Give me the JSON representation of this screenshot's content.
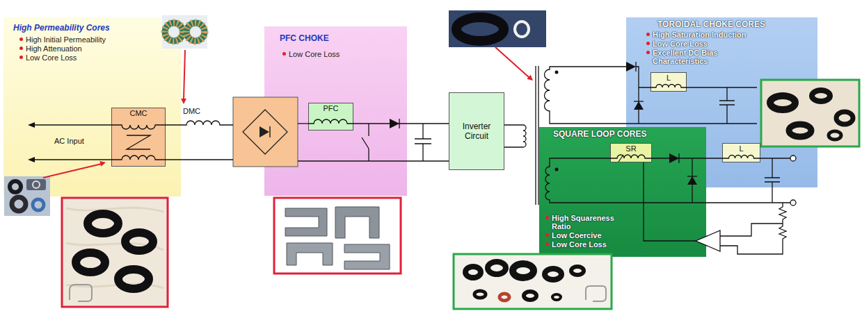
{
  "diagram": {
    "nodes": [
      {
        "text": [
          "High Permeability Cores",
          "High Initial Permeability",
          "High Attenuation",
          "Low Core Loss"
        ]
      },
      {
        "text": [
          "CMC"
        ],
        "in": 0
      },
      {
        "text": [
          "PFC CHOKE",
          "Low Core Loss"
        ]
      },
      {
        "text": [
          "PFC"
        ],
        "in": 2
      },
      {
        "text": [
          "Inverter Circuit"
        ]
      },
      {
        "text": [
          "TOROIDAL CHOKE CORES",
          "High Saturation Induction",
          "Low Core Loss",
          "Excellent DC Bias Characteristics"
        ]
      },
      {
        "text": [
          "L"
        ],
        "in": 5
      },
      {
        "text": [
          "SQUARE LOOP CORES",
          "High Squareness Ratio",
          "Low Coercive",
          "Low Core Loss"
        ]
      },
      {
        "text": [
          "SR"
        ],
        "in": 7
      },
      {
        "text": [
          "L"
        ],
        "in": 5
      }
    ],
    "edges": [
      {
        "from": 3,
        "to": 4,
        "arrow": "none"
      },
      {
        "from": 8,
        "to": 9,
        "arrow": "none"
      }
    ],
    "labels": [
      "AC Input",
      "DMC"
    ]
  }
}
